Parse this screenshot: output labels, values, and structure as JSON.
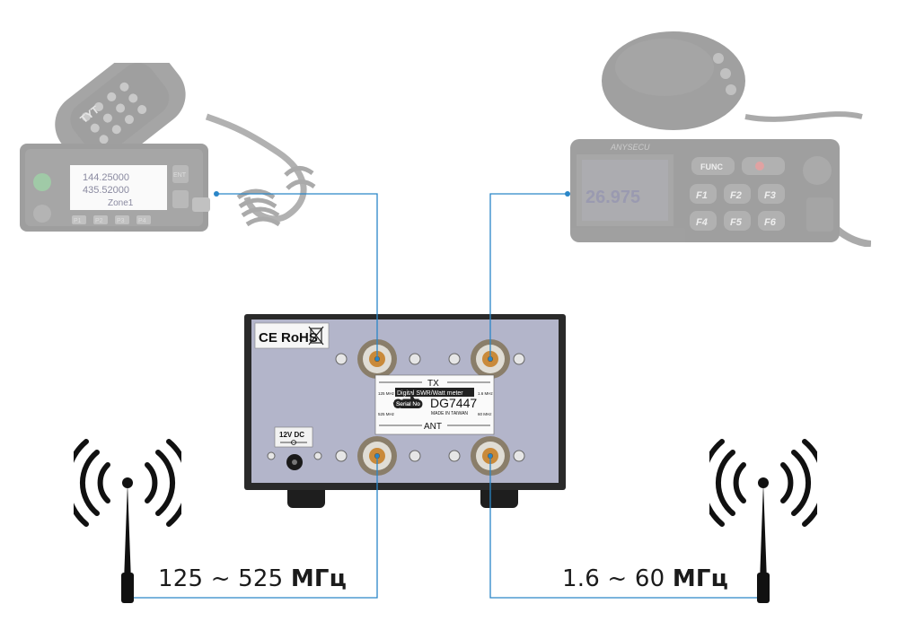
{
  "left_radio": {
    "brand": "TYT",
    "line1": "144.25000",
    "line2": "435.52000",
    "line3": "Zone1",
    "key_ent": "ENT",
    "keys": [
      "P1",
      "P2",
      "P3",
      "P4"
    ]
  },
  "right_radio": {
    "brand": "ANYSECU",
    "freq": "26.975",
    "func_label": "FUNC",
    "keys": [
      "F1",
      "F2",
      "F3",
      "F4",
      "F5",
      "F6"
    ]
  },
  "meter": {
    "cert": "CE RoHS",
    "tx_label": "TX",
    "ant_label": "ANT",
    "panel_title": "Digital SWR/Watt meter",
    "serial_label": "Serial No",
    "serial_value": "DG7447",
    "made_in": "MADE IN TAIWAN",
    "left_top": "125 MHz",
    "left_bottom": "525 MHz",
    "right_top": "1.6 MHz",
    "right_bottom": "60 MHz",
    "power_label": "12V DC"
  },
  "left_band": {
    "range": "125 ~ 525 ",
    "unit": "МГц"
  },
  "right_band": {
    "range": "1.6 ~ 60 ",
    "unit": "МГц"
  },
  "colors": {
    "wire": "#2a86c8",
    "panel": "#b3b5ca"
  }
}
